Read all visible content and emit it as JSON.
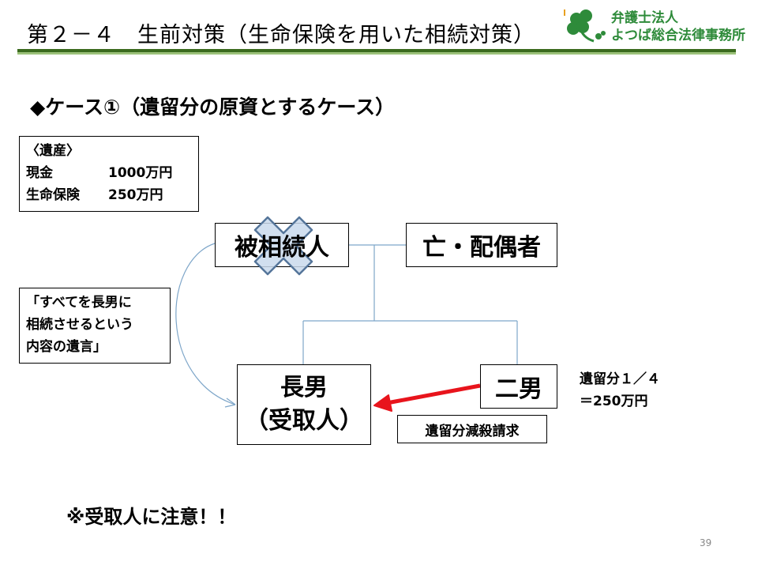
{
  "header": {
    "title": "第２－４　生前対策（生命保険を用いた相続対策）",
    "logo_line1": "弁護士法人",
    "logo_line2": "よつば総合法律事務所"
  },
  "case_heading": "◆ケース①（遺留分の原資とするケース）",
  "estate_box": {
    "heading": "〈遺産〉",
    "items": [
      {
        "label": "現金",
        "value": "1000万円"
      },
      {
        "label": "生命保険",
        "value": "250万円"
      }
    ]
  },
  "will_box": {
    "lines": [
      "「すべてを長男に",
      "相続させるという",
      "内容の遺言」"
    ]
  },
  "family": {
    "decedent": "被相続人",
    "spouse": "亡・配偶者",
    "eldest_son": "長男",
    "eldest_son_role": "（受取人）",
    "second_son": "二男"
  },
  "claim_label": "遺留分減殺請求",
  "reserved_share": {
    "line1": "遺留分１／４",
    "line2": "＝250万円"
  },
  "note": "※受取人に注意！！",
  "page_number": "39",
  "colors": {
    "header_rule": "#3b6b1e",
    "logo": "#2e8b3a",
    "connector": "#7ea6c9",
    "claim_arrow": "#e8141c",
    "deceased_mark": "#c9d9ec"
  },
  "icons": [
    "clover-logo-icon",
    "deceased-cross-icon",
    "claim-arrow-icon"
  ]
}
